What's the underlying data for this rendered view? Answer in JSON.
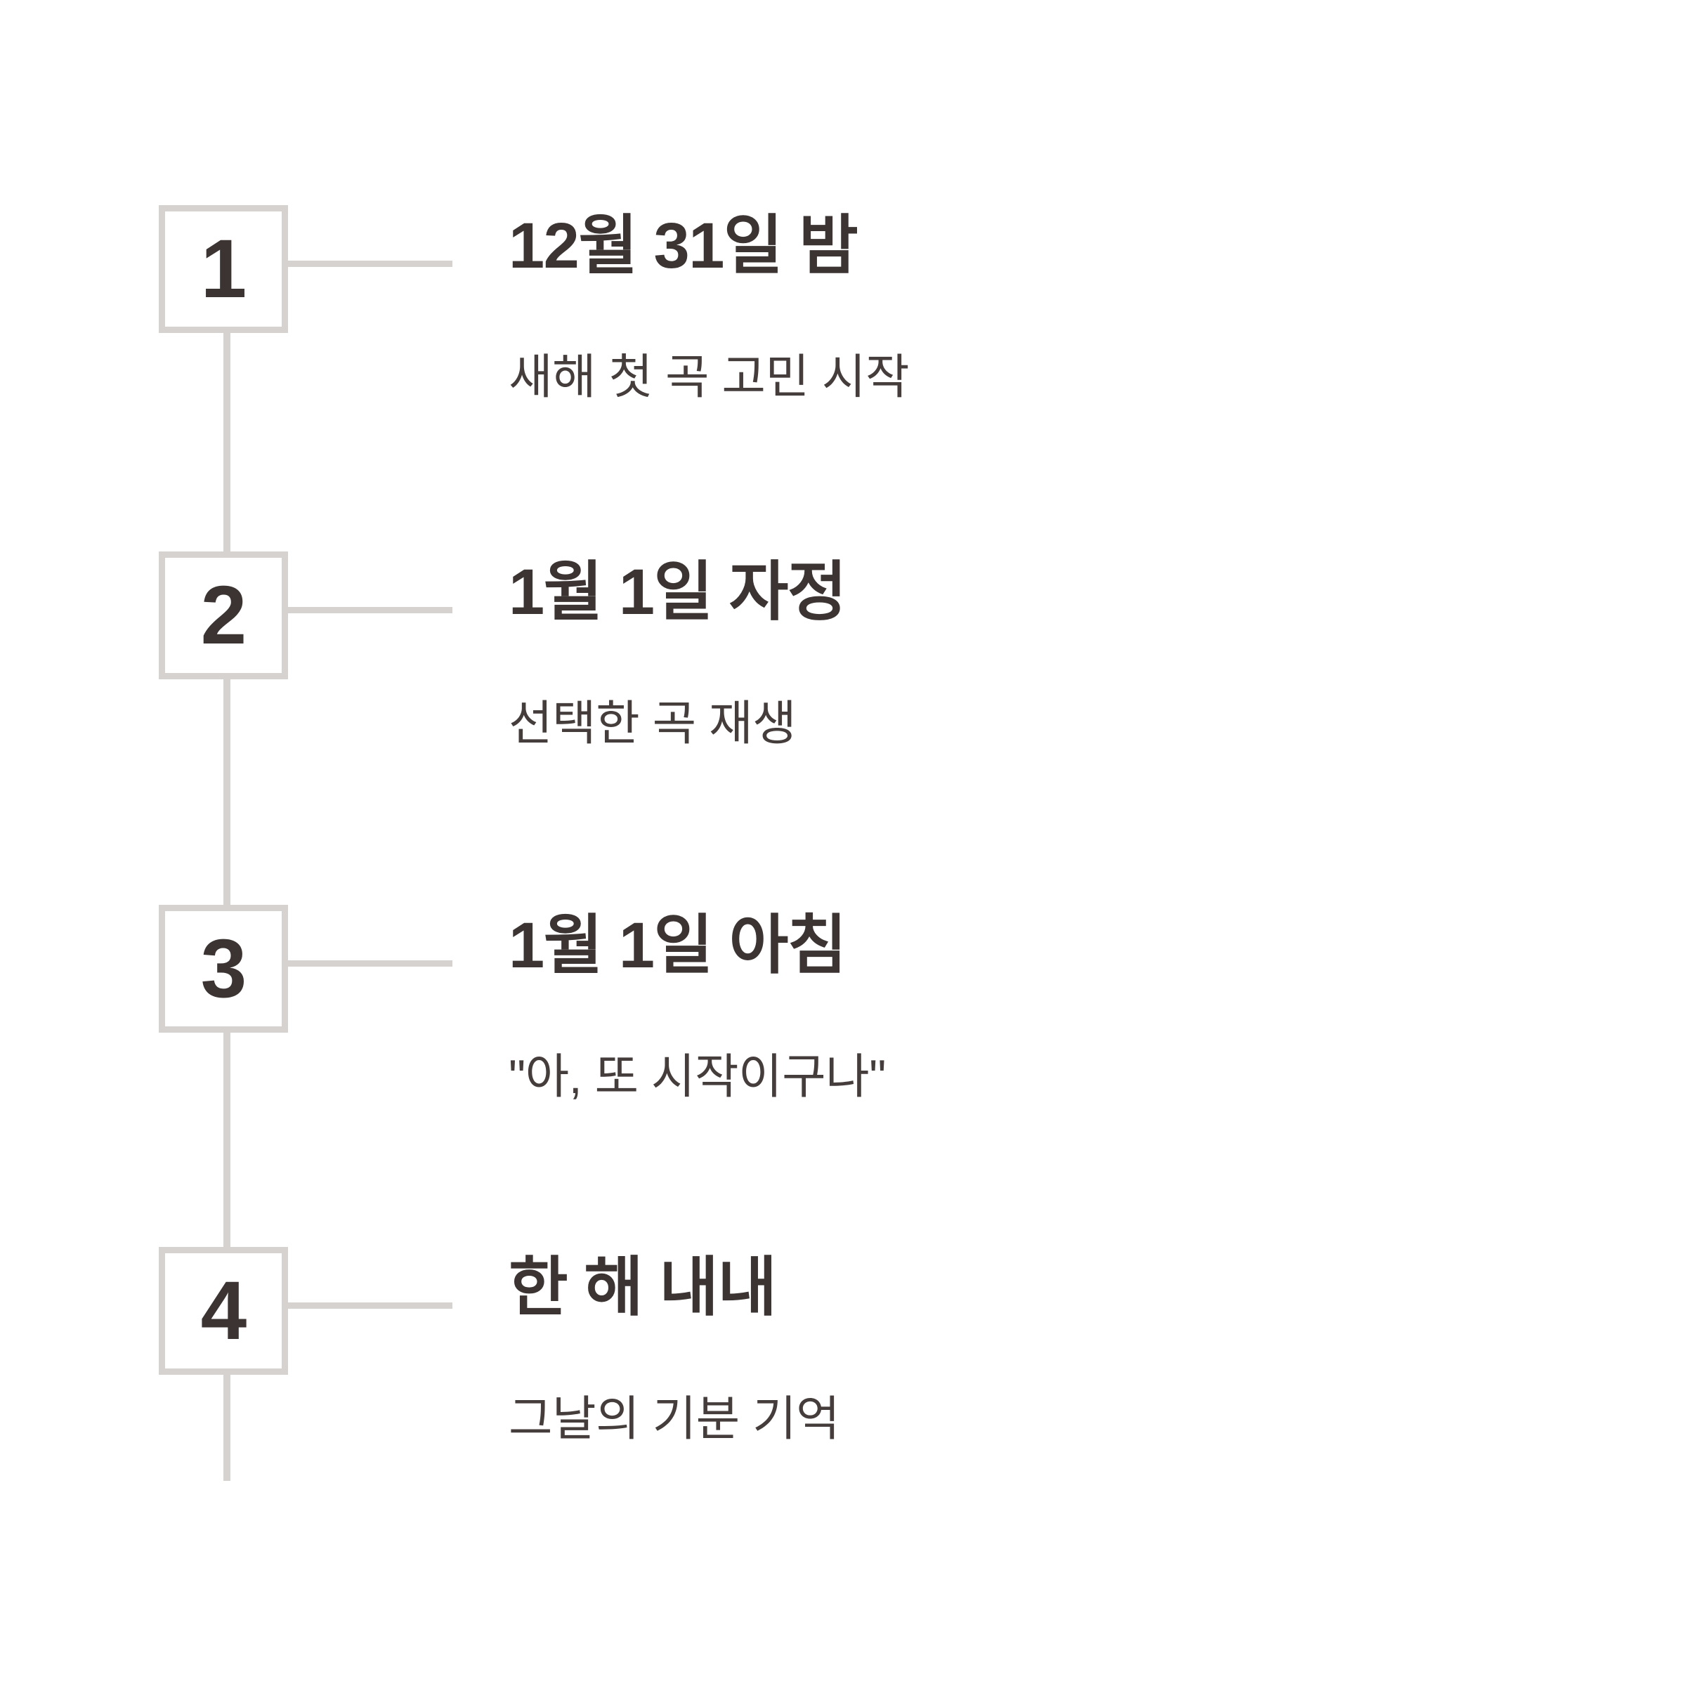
{
  "infographic": {
    "type": "vertical-numbered-timeline",
    "background_color": "#ffffff",
    "line_color": "#d6d2d0",
    "title_color": "#3b3433",
    "subtitle_color": "#453d3c",
    "steps": [
      {
        "number": "1",
        "title": "12월 31일 밤",
        "subtitle": "새해 첫 곡 고민 시작"
      },
      {
        "number": "2",
        "title": "1월 1일 자정",
        "subtitle": "선택한 곡 재생"
      },
      {
        "number": "3",
        "title": "1월 1일 아침",
        "subtitle": "\"아, 또 시작이구나\""
      },
      {
        "number": "4",
        "title": "한 해 내내",
        "subtitle": "그날의 기분 기억"
      }
    ]
  }
}
